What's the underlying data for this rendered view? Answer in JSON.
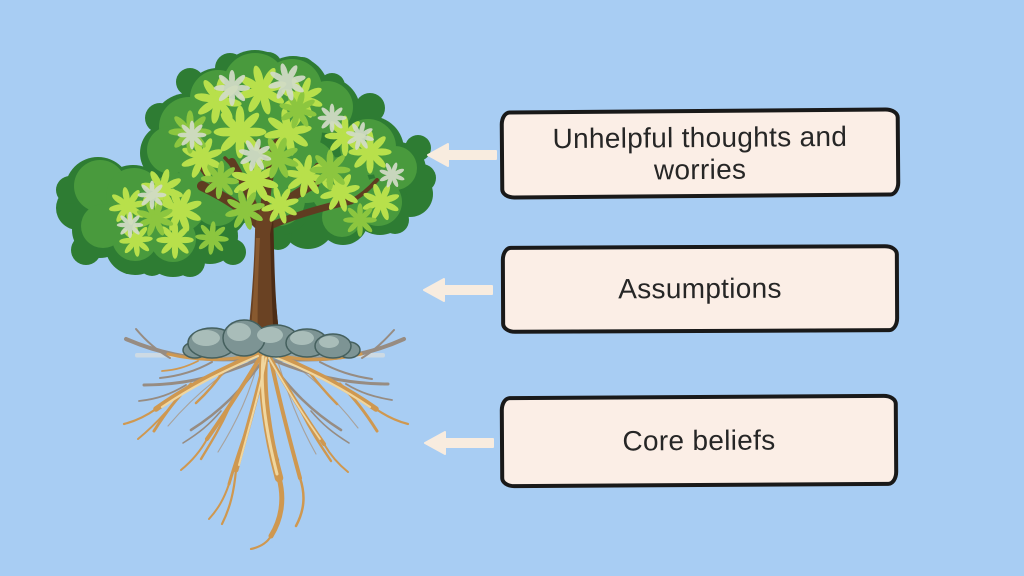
{
  "canvas": {
    "background_color": "#a8cdf3"
  },
  "illustration": {
    "name": "tree-with-exposed-roots",
    "parts": [
      "leafy green canopy",
      "brown trunk",
      "gray rocks at base",
      "golden root system"
    ],
    "colors": {
      "canopy_dark": "#2e7c33",
      "canopy_mid": "#499a3d",
      "leaf_bright": "#b8e04b",
      "leaf_light": "#8cc63f",
      "leaf_pale": "#d3dcc8",
      "trunk": "#6a4223",
      "rocks": "#7d9494",
      "roots_gold": "#cf9850",
      "roots_gray": "#978c82"
    }
  },
  "labels": [
    {
      "text": "Unhelpful thoughts and worries",
      "points_to": "canopy"
    },
    {
      "text": "Assumptions",
      "points_to": "trunk"
    },
    {
      "text": "Core beliefs",
      "points_to": "roots"
    }
  ],
  "label_box": {
    "fill": "#fbeee6",
    "border_color": "#191919",
    "text_color": "#262626"
  },
  "arrow": {
    "fill": "#f8ecdf",
    "direction": "left"
  }
}
